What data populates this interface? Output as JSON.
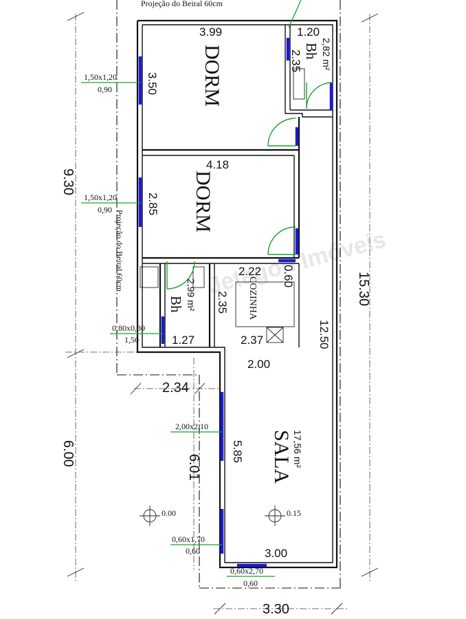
{
  "header": {
    "eave_top": "Projeção do Beiral 60cm"
  },
  "eave_side": "Projeção do Beiral 60cm",
  "watermark": "Jetagon Imóveis",
  "rooms": {
    "dorm1": {
      "name": "DORM",
      "w": "3.99",
      "h": "3.50"
    },
    "dorm2": {
      "name": "DORM",
      "w": "4.18",
      "h": "2.85"
    },
    "bath1": {
      "name": "Bh",
      "area": "2,82 m²",
      "w": "1.20",
      "h": "2.35"
    },
    "bath2": {
      "name": "Bh",
      "area": "2,99 m²",
      "w": "1.27"
    },
    "kitchen": {
      "name": "COZINHA",
      "w_top": "2.22",
      "w_bot": "2.37",
      "h": "2.35",
      "side": "0.60"
    },
    "sala": {
      "name": "SALA",
      "area": "17,56 m²",
      "h": "5.85",
      "w": "3.00"
    }
  },
  "dimensions": {
    "total_depth": "15.30",
    "front_depth": "9.30",
    "rear_depth": "6.00",
    "corridor": "12.50",
    "passage": "2.00",
    "offset": "2.34",
    "side_depth": "6.01",
    "front_width": "3.30"
  },
  "windows": {
    "w1": {
      "size": "1,50x1,20",
      "sill": "0,90"
    },
    "w2": {
      "size": "1,50x1,20",
      "sill": "0,90"
    },
    "w3": {
      "size": "0,80x0,80",
      "sill": "1,50"
    },
    "w4": {
      "size": "2,00x2,10"
    },
    "w5": {
      "size": "0,60x1,70",
      "sill": "0,60"
    },
    "w6": {
      "size": "0,60x2,70",
      "sill": "0,60"
    }
  },
  "levels": {
    "l1": "0.00",
    "l2": "0.15"
  },
  "colors": {
    "wall": "#111111",
    "window": "#1a1ad8",
    "annotation": "#17a32b"
  }
}
